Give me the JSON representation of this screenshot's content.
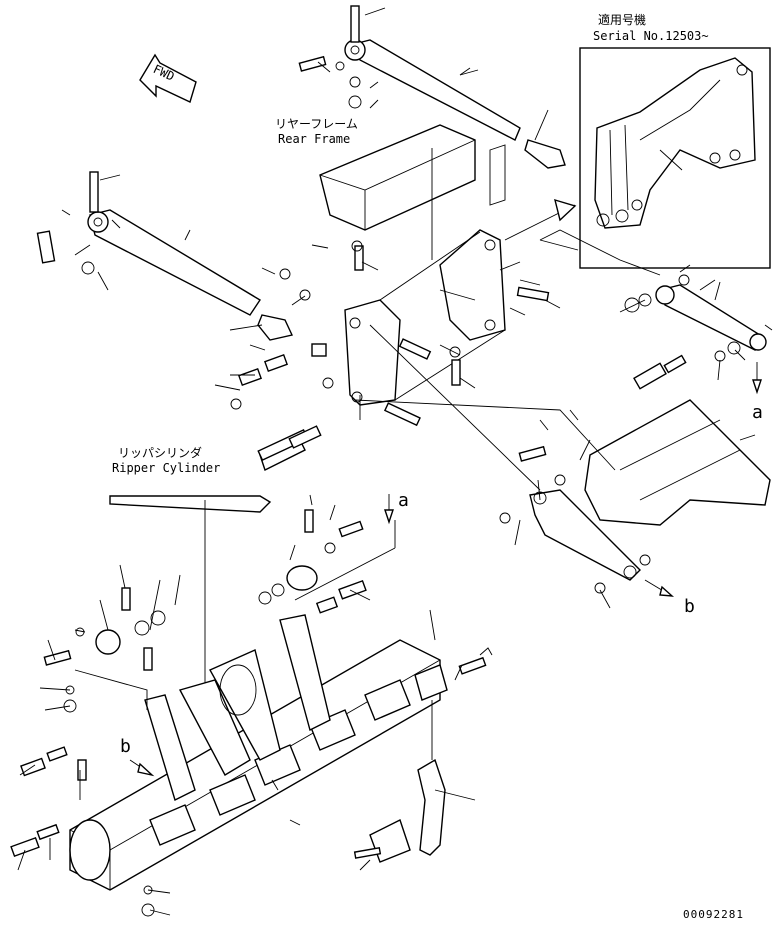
{
  "inset": {
    "title_jp": "適用号機",
    "serial": "Serial No.12503~"
  },
  "fwd_label": "FWD",
  "rear_frame": {
    "jp": "リヤーフレーム",
    "en": "Rear Frame"
  },
  "ripper_cylinder": {
    "jp": "リッパシリンダ",
    "en": "Ripper Cylinder"
  },
  "callouts": {
    "a_upper": "a",
    "a_lower": "a",
    "b_right": "b",
    "b_left": "b"
  },
  "drawing_number": "00092281"
}
